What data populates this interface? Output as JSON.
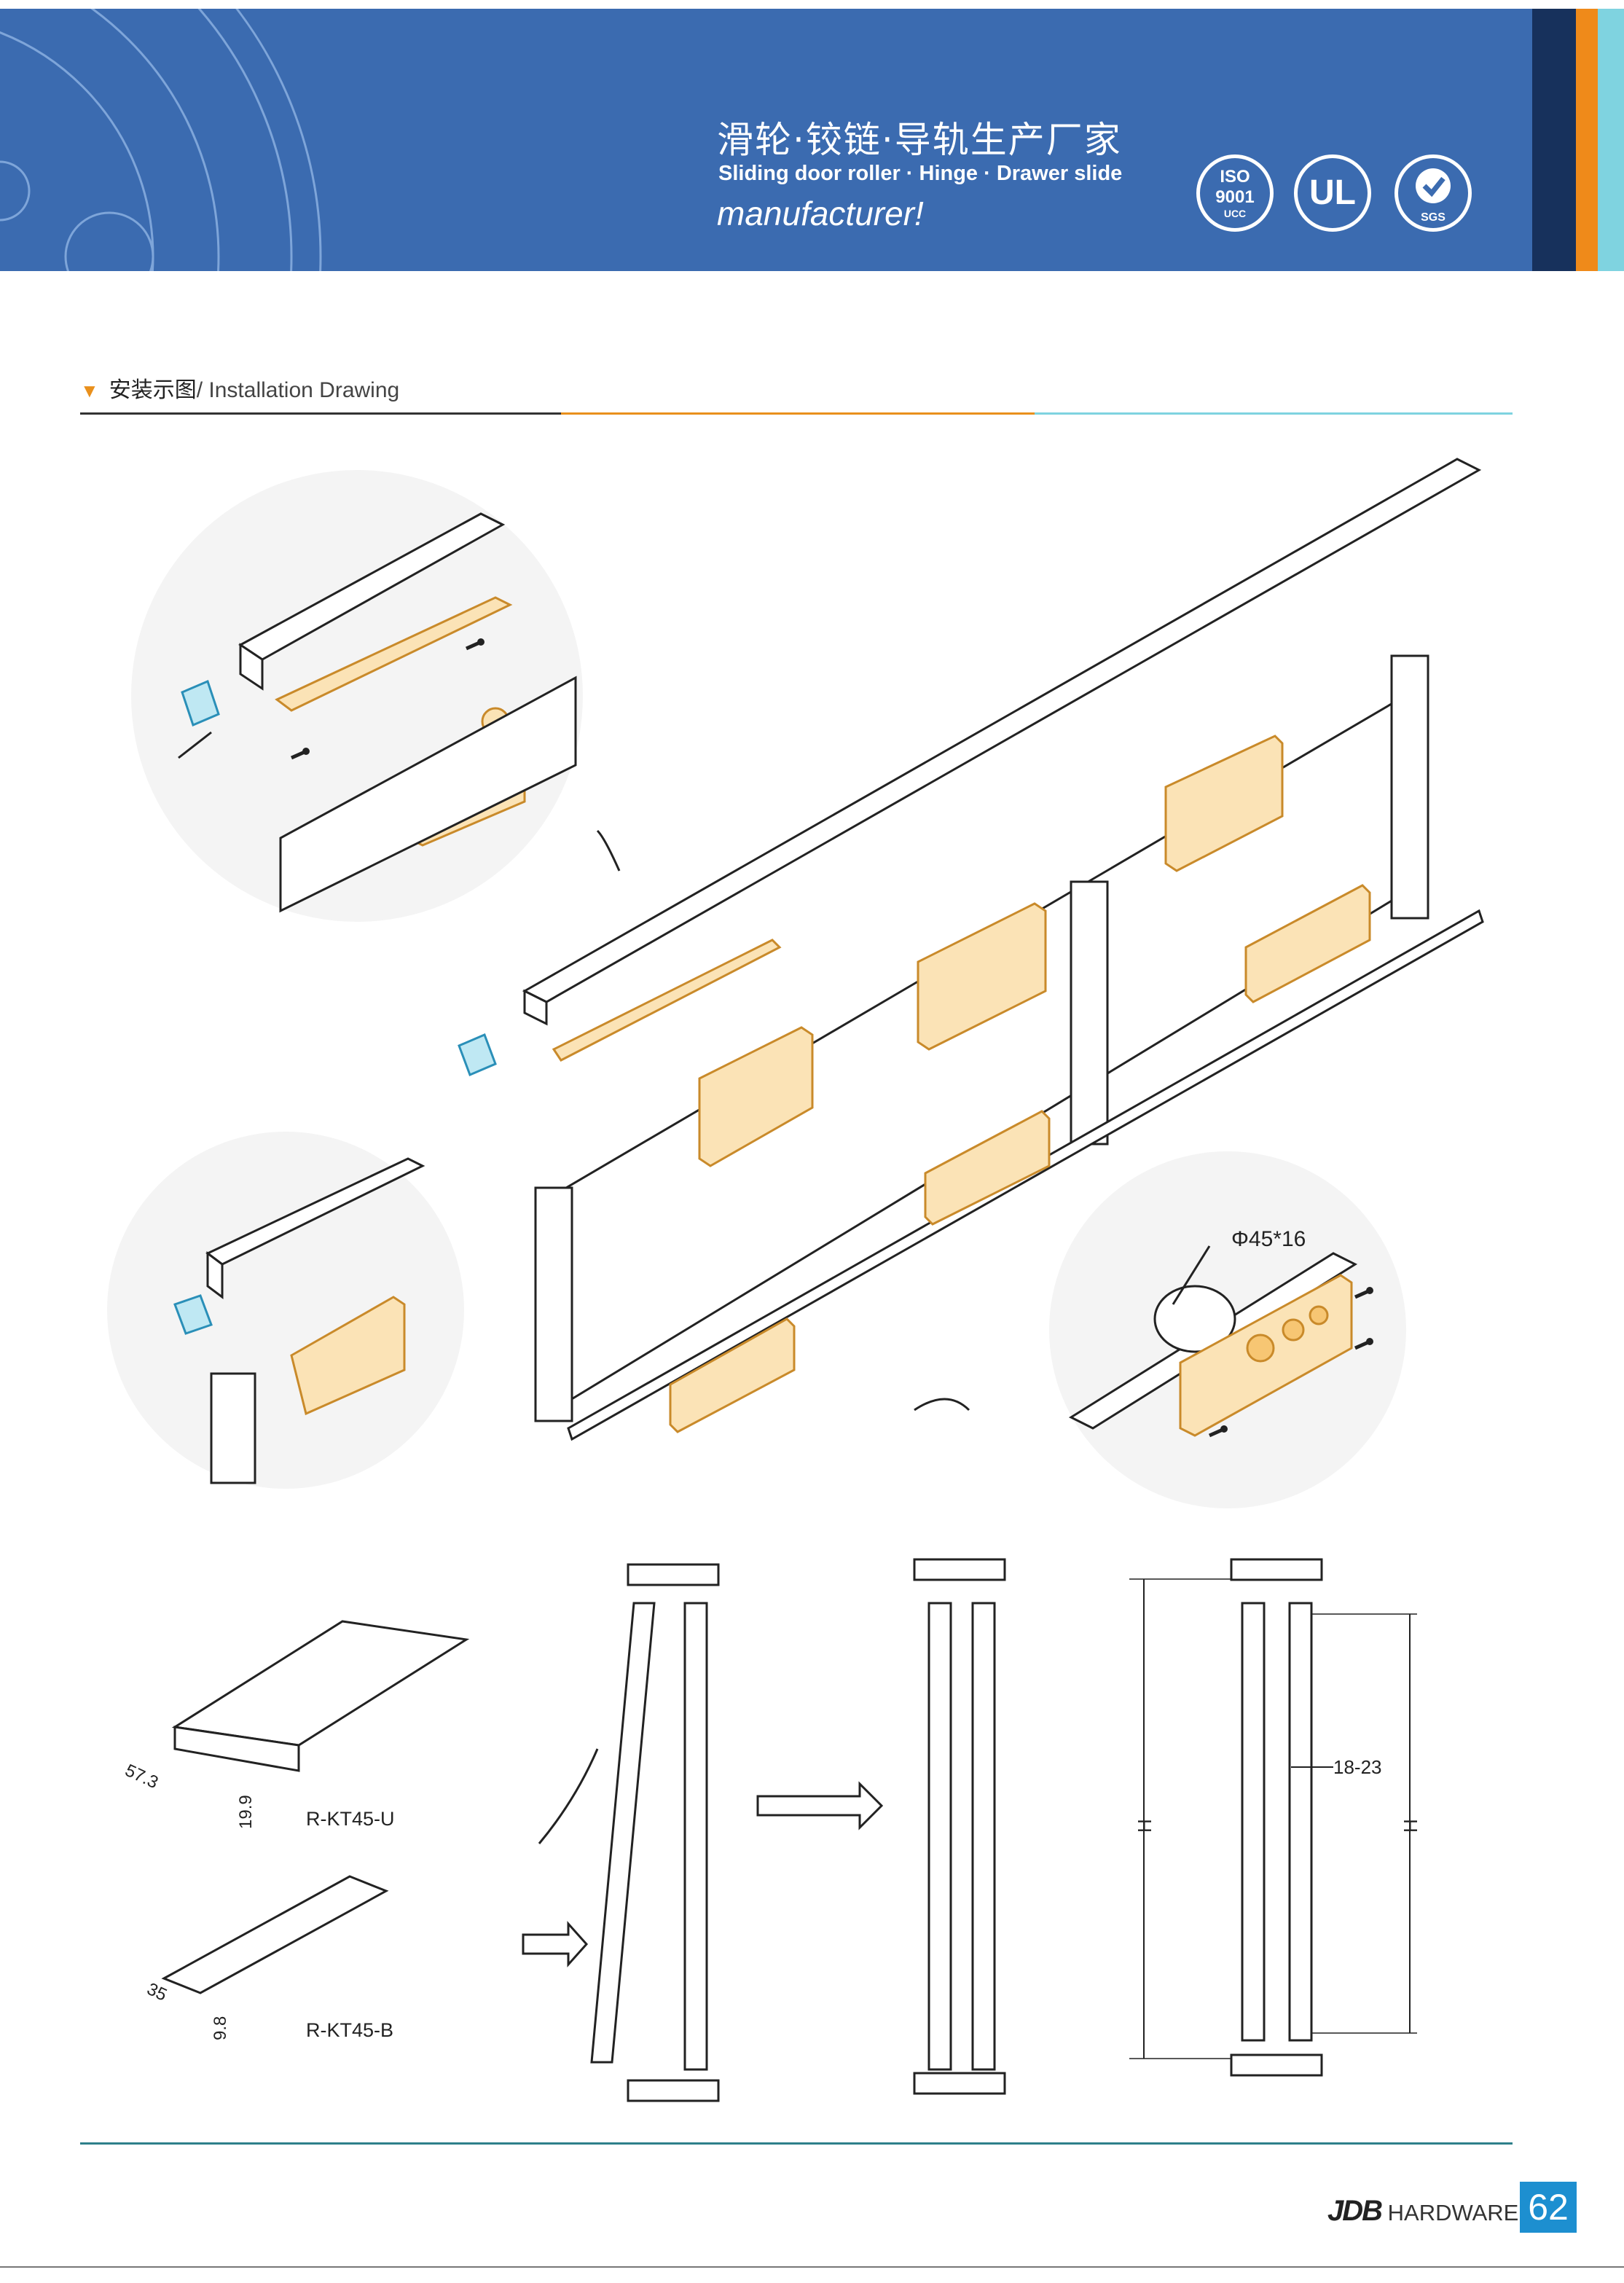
{
  "header": {
    "title_cn": "滑轮·铰链·导轨生产厂家",
    "title_en_line1": "Sliding door roller  · Hinge  · Drawer slide",
    "title_en_line2": "manufacturer!",
    "certifications": [
      {
        "name": "iso-9001-badge",
        "line1": "ISO",
        "line2": "9001",
        "line3": "UCC"
      },
      {
        "name": "ul-badge",
        "line1": "UL"
      },
      {
        "name": "sgs-badge",
        "line1": "SGS"
      }
    ],
    "colors": {
      "banner": "#3b6bb0",
      "accent_orange": "#e9901c",
      "accent_teal": "#2e7f8a",
      "cyan": "#7fd3e0"
    }
  },
  "section": {
    "title_cn": "安装示图",
    "title_en": "/ Installation Drawing"
  },
  "drawing": {
    "callout_hole": "Φ45*16",
    "profile_top_code": "R-KT45-U",
    "profile_top_width": "57.3",
    "profile_top_height": "19.9",
    "profile_bottom_code": "R-KT45-B",
    "profile_bottom_width": "35",
    "profile_bottom_height": "9.8",
    "gap_dim": "18-23",
    "height_label_left": "H",
    "height_label_right": "H"
  },
  "footer": {
    "brand_logo": "JDB",
    "brand_text": "HARDWARE",
    "page_number": "62"
  }
}
